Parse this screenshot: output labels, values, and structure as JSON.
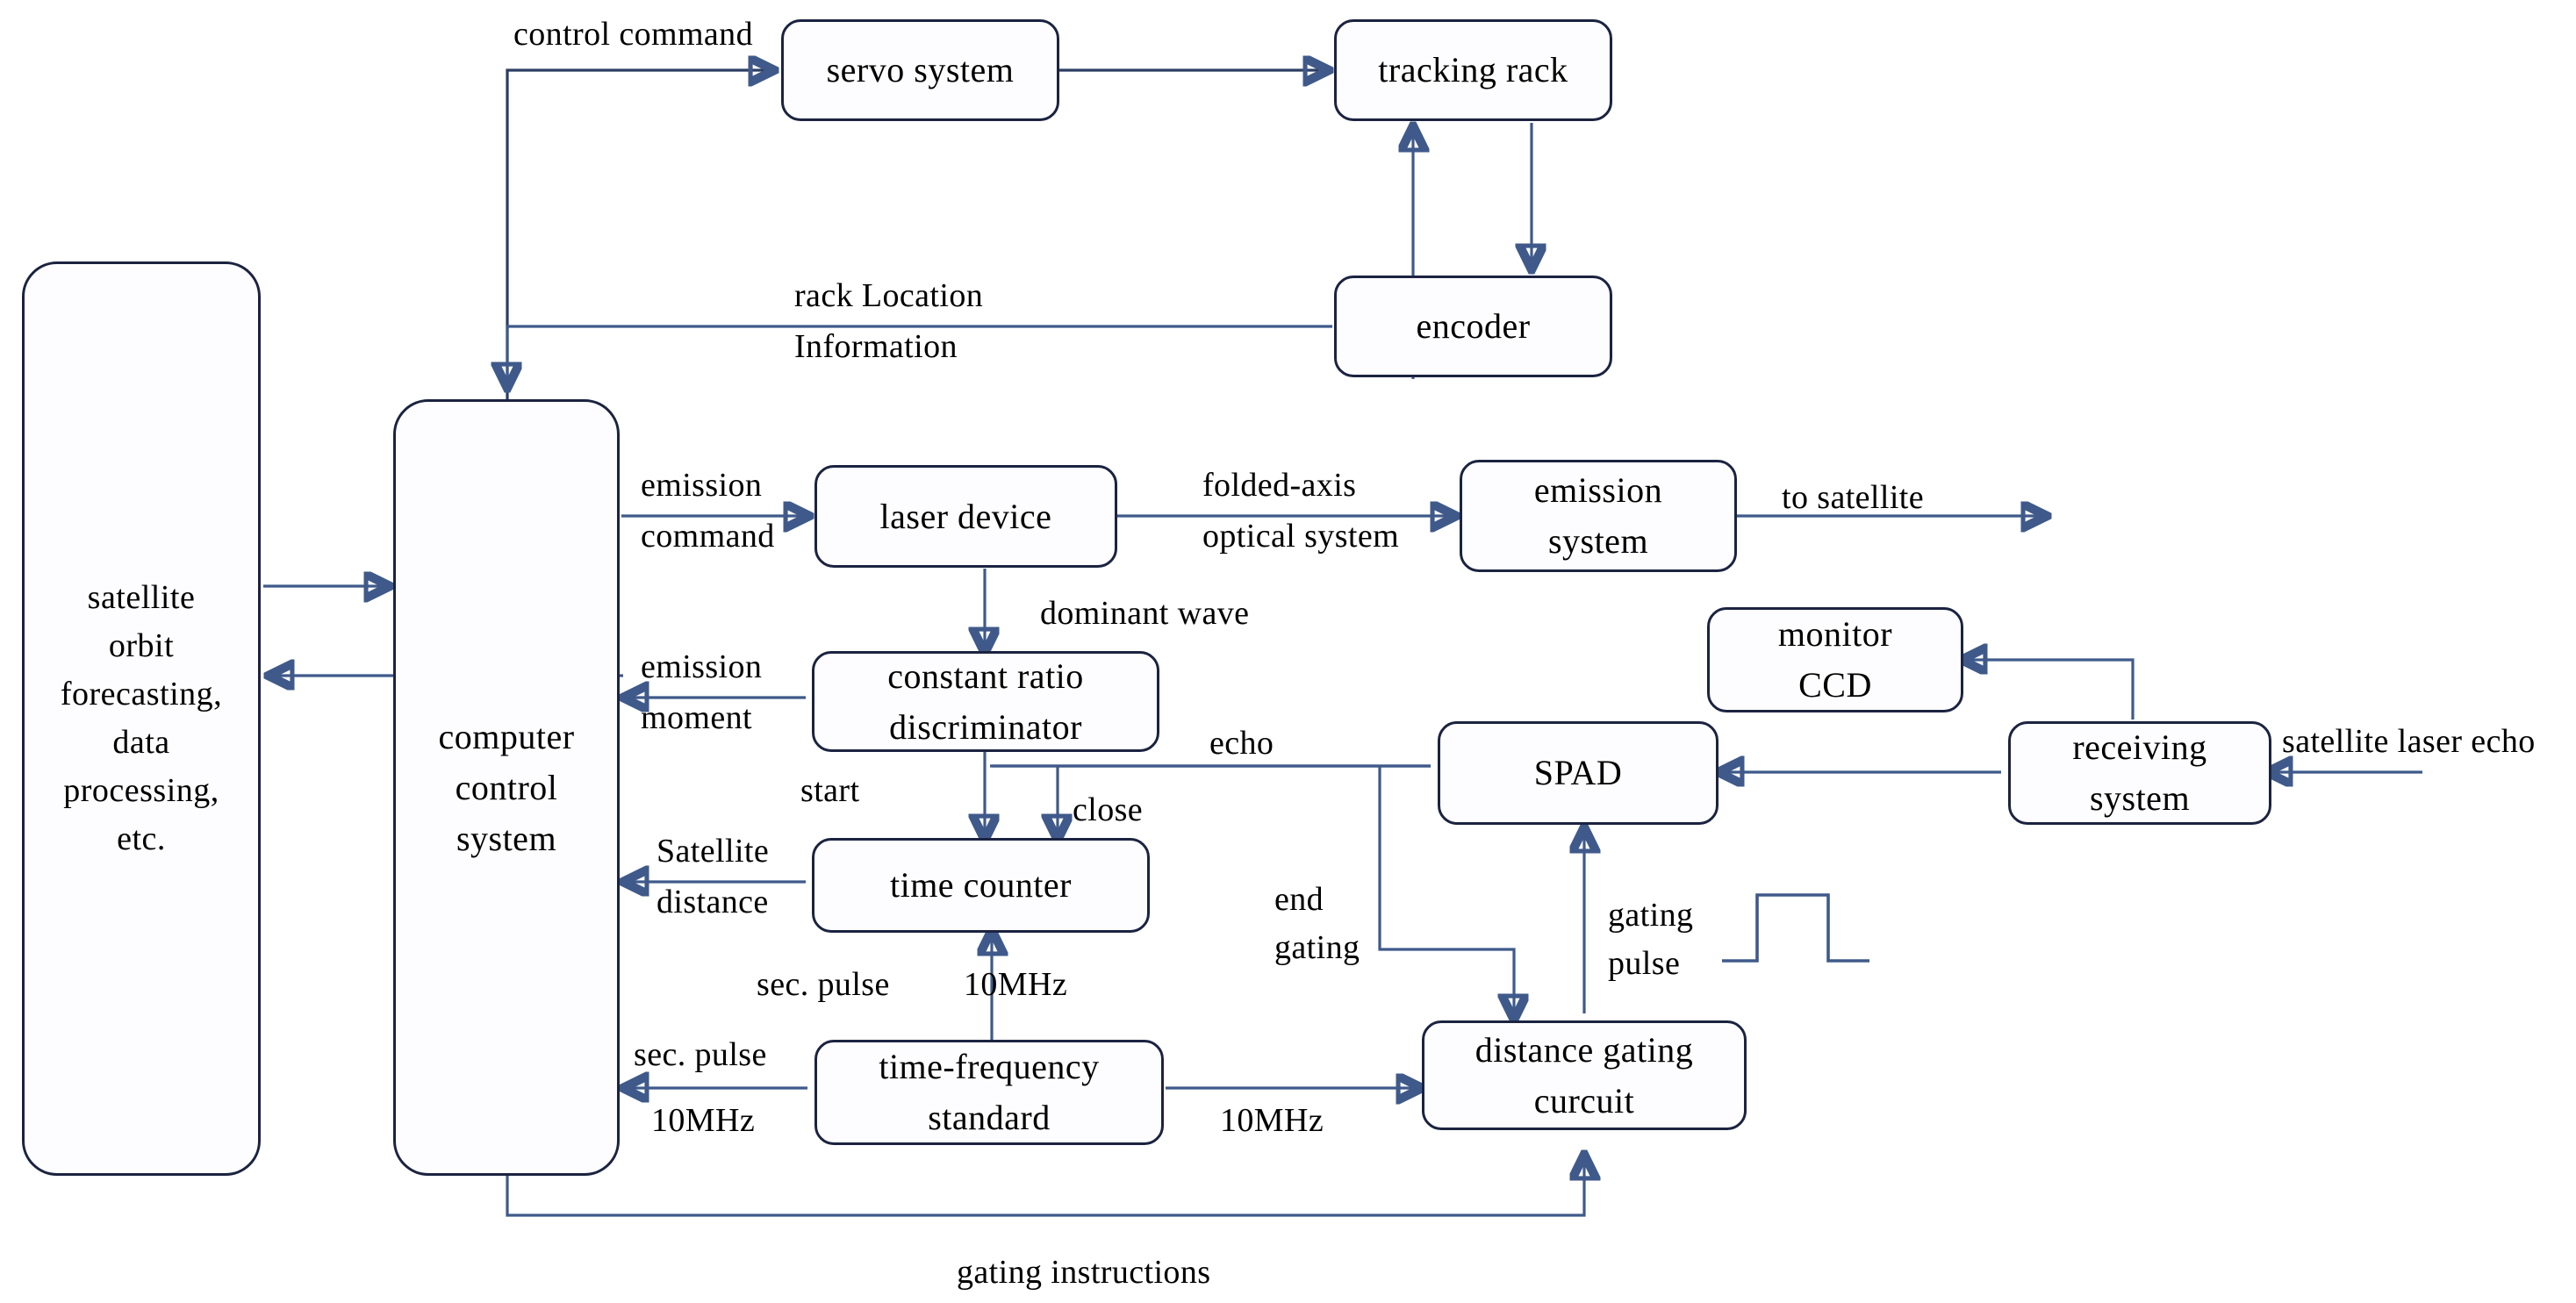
{
  "diagram": {
    "title": "Satellite Laser Ranging System Block Diagram",
    "colors": {
      "box_border": "#1b2340",
      "wire": "#3f5a8a",
      "text": "#000000",
      "background": "#ffffff"
    }
  },
  "nodes": {
    "satellite_orbit": {
      "line1": "satellite",
      "line2": "orbit",
      "line3": "forecasting,",
      "line4": "data",
      "line5": "processing,",
      "line6": "etc."
    },
    "computer_control": {
      "line1": "computer",
      "line2": "control",
      "line3": "system"
    },
    "servo_system": {
      "line1": "servo  system"
    },
    "tracking_rack": {
      "line1": "tracking  rack"
    },
    "encoder": {
      "line1": "encoder"
    },
    "laser_device": {
      "line1": "laser  device"
    },
    "emission_system": {
      "line1": "emission",
      "line2": "system"
    },
    "constant_ratio_discriminator": {
      "line1": "constant  ratio",
      "line2": "discriminator"
    },
    "time_counter": {
      "line1": "time  counter"
    },
    "time_frequency_standard": {
      "line1": "time-frequency",
      "line2": "standard"
    },
    "distance_gating_circuit": {
      "line1": "distance  gating",
      "line2": "curcuit"
    },
    "spad": {
      "line1": "SPAD"
    },
    "monitor_ccd": {
      "line1": "monitor",
      "line2": "CCD"
    },
    "receiving_system": {
      "line1": "receiving",
      "line2": "system"
    }
  },
  "edge_labels": {
    "control_command": "control command",
    "rack_location_1": "rack Location",
    "rack_location_2": "Information",
    "emission_command_1": "emission",
    "emission_command_2": "command",
    "folded_axis_1": "folded-axis",
    "folded_axis_2": "optical  system",
    "to_satellite": "to satellite",
    "dominant_wave": "dominant  wave",
    "emission_moment_1": "emission",
    "emission_moment_2": "moment",
    "start": "start",
    "close": "close",
    "echo": "echo",
    "satellite_distance_1": "Satellite",
    "satellite_distance_2": "distance",
    "end_gating_1": "end",
    "end_gating_2": "gating",
    "gating_pulse_1": "gating",
    "gating_pulse_2": "pulse",
    "sec_pulse_mid": "sec. pulse",
    "ten_mhz_mid": "10MHz",
    "sec_pulse_left": "sec. pulse",
    "ten_mhz_left": "10MHz",
    "ten_mhz_right": "10MHz",
    "gating_instructions": "gating  instructions",
    "satellite_laser_echo": "satellite  laser echo"
  },
  "waveform": {
    "name": "gating-pulse-waveform"
  }
}
